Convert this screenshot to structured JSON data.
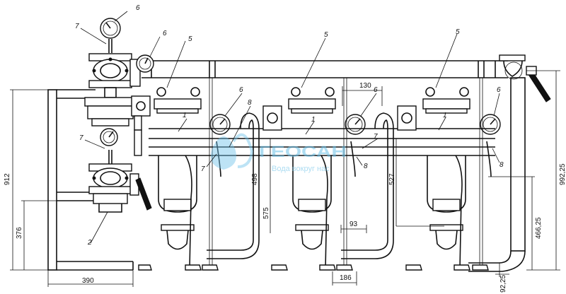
{
  "dimensions": {
    "d912": "912",
    "d376": "376",
    "d390": "390",
    "d130": "130",
    "d498": "498",
    "d575": "575",
    "d527": "527",
    "d93": "93",
    "d186": "186",
    "d46625": "466,25",
    "d99225": "992,25",
    "d9225": "92,25"
  },
  "callouts": {
    "c6": "6",
    "c7": "7",
    "c5": "5",
    "c1": "1",
    "c8": "8",
    "c2": "2"
  },
  "watermark": {
    "brand": "ГЕОСАН",
    "tagline": "Вода вокруг нас"
  },
  "colors": {
    "line": "#111111",
    "watermark": "#6cc2e8"
  }
}
